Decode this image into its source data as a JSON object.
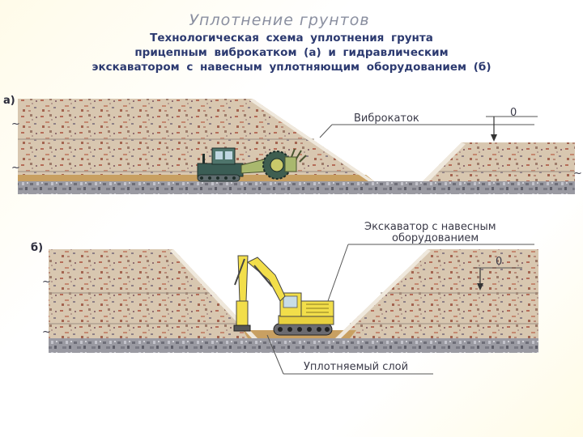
{
  "slide": {
    "title": "Уплотнение грунтов",
    "subtitle_lines": [
      "Технологическая схема уплотнения грунта",
      "прицепным виброкатком (а) и гидравлическим",
      "экскаватором с навесным уплотняющим оборудованием (б)"
    ]
  },
  "diagram": {
    "panel_a": {
      "marker": "а)",
      "roller_label": "Виброкаток",
      "level_label": "0"
    },
    "panel_b": {
      "marker": "б)",
      "excavator_label_lines": [
        "Экскаватор с навесным",
        "оборудованием"
      ],
      "level_label": "0",
      "layer_label": "Уплотняемый слой"
    }
  },
  "colors": {
    "soil": "#d8c7b0",
    "soil_speckle": "#b0705a",
    "base": "#8f8f97",
    "layer": "#c8a062",
    "tractor": "#3b5d55",
    "excavator": "#f2de4a",
    "text": "#2c3a70"
  }
}
